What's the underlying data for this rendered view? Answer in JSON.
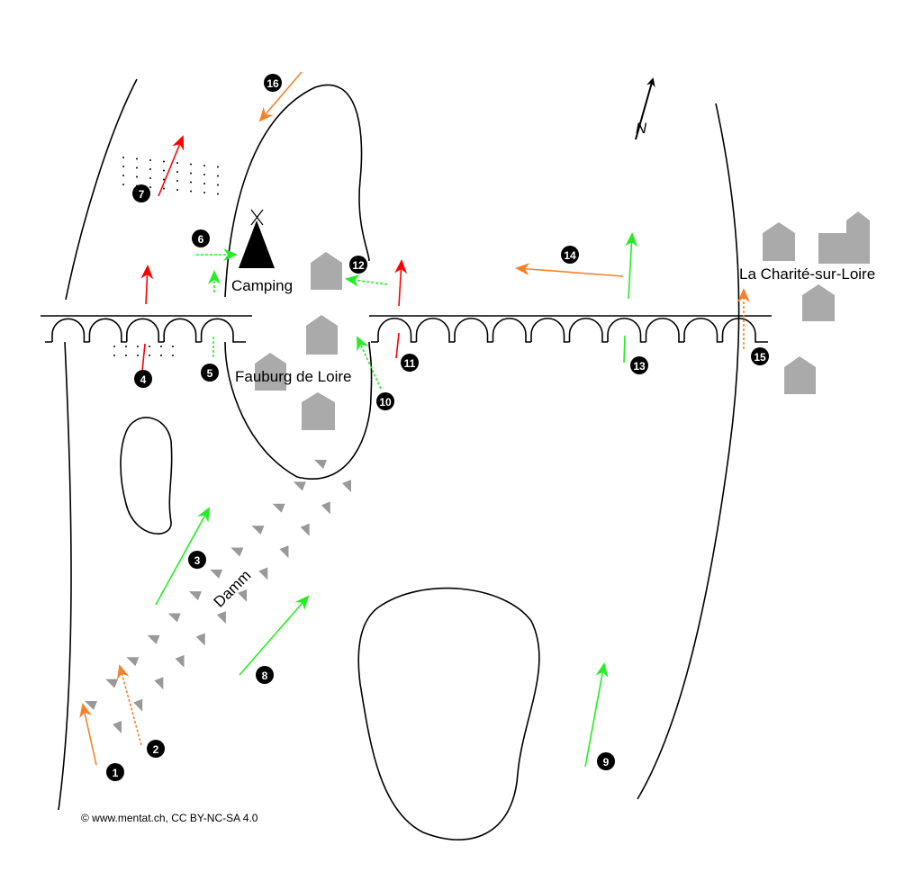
{
  "labels": {
    "camping": "Camping",
    "faubourg": "Fauburg de Loire",
    "town": "La Charité-sur-Loire",
    "dam": "Damm",
    "north": "N",
    "copyright": "© www.mentat.ch, CC BY-NC-SA 4.0"
  },
  "colors": {
    "red": "#ff0000",
    "green": "#22ee22",
    "orange": "#f5822a",
    "house": "#aaaaaa"
  },
  "markers": [
    "1",
    "2",
    "3",
    "4",
    "5",
    "6",
    "7",
    "8",
    "9",
    "10",
    "11",
    "12",
    "13",
    "14",
    "15",
    "16"
  ]
}
